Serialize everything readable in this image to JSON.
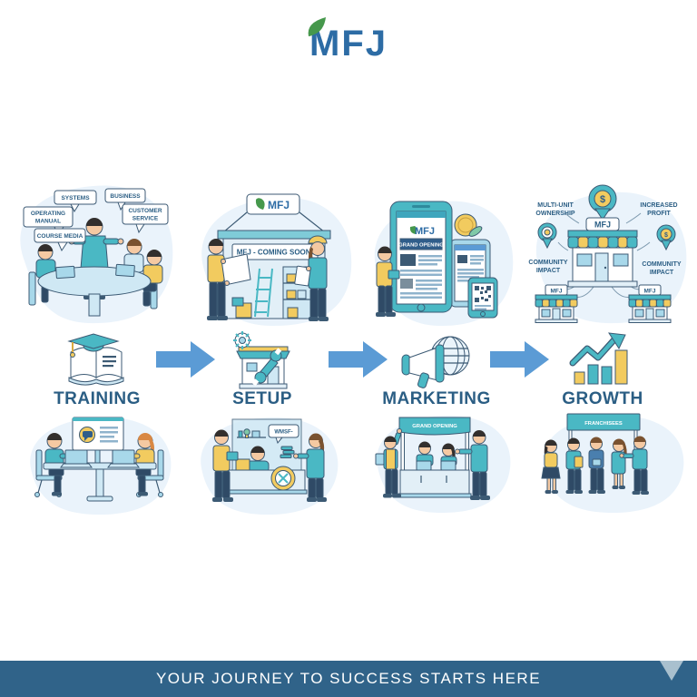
{
  "logo": {
    "text": "MFJ"
  },
  "stages": [
    {
      "label": "TRAINING"
    },
    {
      "label": "SETUP"
    },
    {
      "label": "MARKETING"
    },
    {
      "label": "GROWTH"
    }
  ],
  "training": {
    "bubble_systems": "SYSTEMS",
    "bubble_business": "BUSINESS",
    "bubble_operating": [
      "OPERATING",
      "MANUAL"
    ],
    "bubble_customer": [
      "CUSTOMER",
      "SERVICE"
    ],
    "bubble_course": "COURSE MEDIA"
  },
  "setup": {
    "sign": "MFJ",
    "banner": "MFJ - COMING SOON!",
    "bubble": "WMSF-"
  },
  "marketing": {
    "phone_logo": "MFJ",
    "phone_banner": "GRAND OPENING",
    "booth_banner": "GRAND OPENING"
  },
  "growth": {
    "pin_dollar": "$",
    "label_multi_unit": [
      "MULTI-UNIT",
      "OWNERSHIP"
    ],
    "label_increased_profit": [
      "INCREASED",
      "PROFIT"
    ],
    "label_community_left": [
      "COMMUNITY",
      "IMPACT"
    ],
    "label_community_right": [
      "COMMUNITY",
      "IMPACT"
    ],
    "store_sign": "MFJ",
    "small_store_left_sign": "MFJ",
    "small_store_right_sign": "MFJ",
    "banner": "FRANCHISEES"
  },
  "footer": {
    "text": "YOUR JOURNEY TO SUCCESS STARTS HERE"
  },
  "colors": {
    "teal": "#4ab8c4",
    "yellow": "#f2cb5f",
    "arrow_blue": "#5b9bd5",
    "navy_text": "#2b5e84",
    "footer_bg": "#306389",
    "logo_blue": "#2d6ca5",
    "logo_green": "#46984c",
    "blob_bg": "#eaf3fb"
  }
}
